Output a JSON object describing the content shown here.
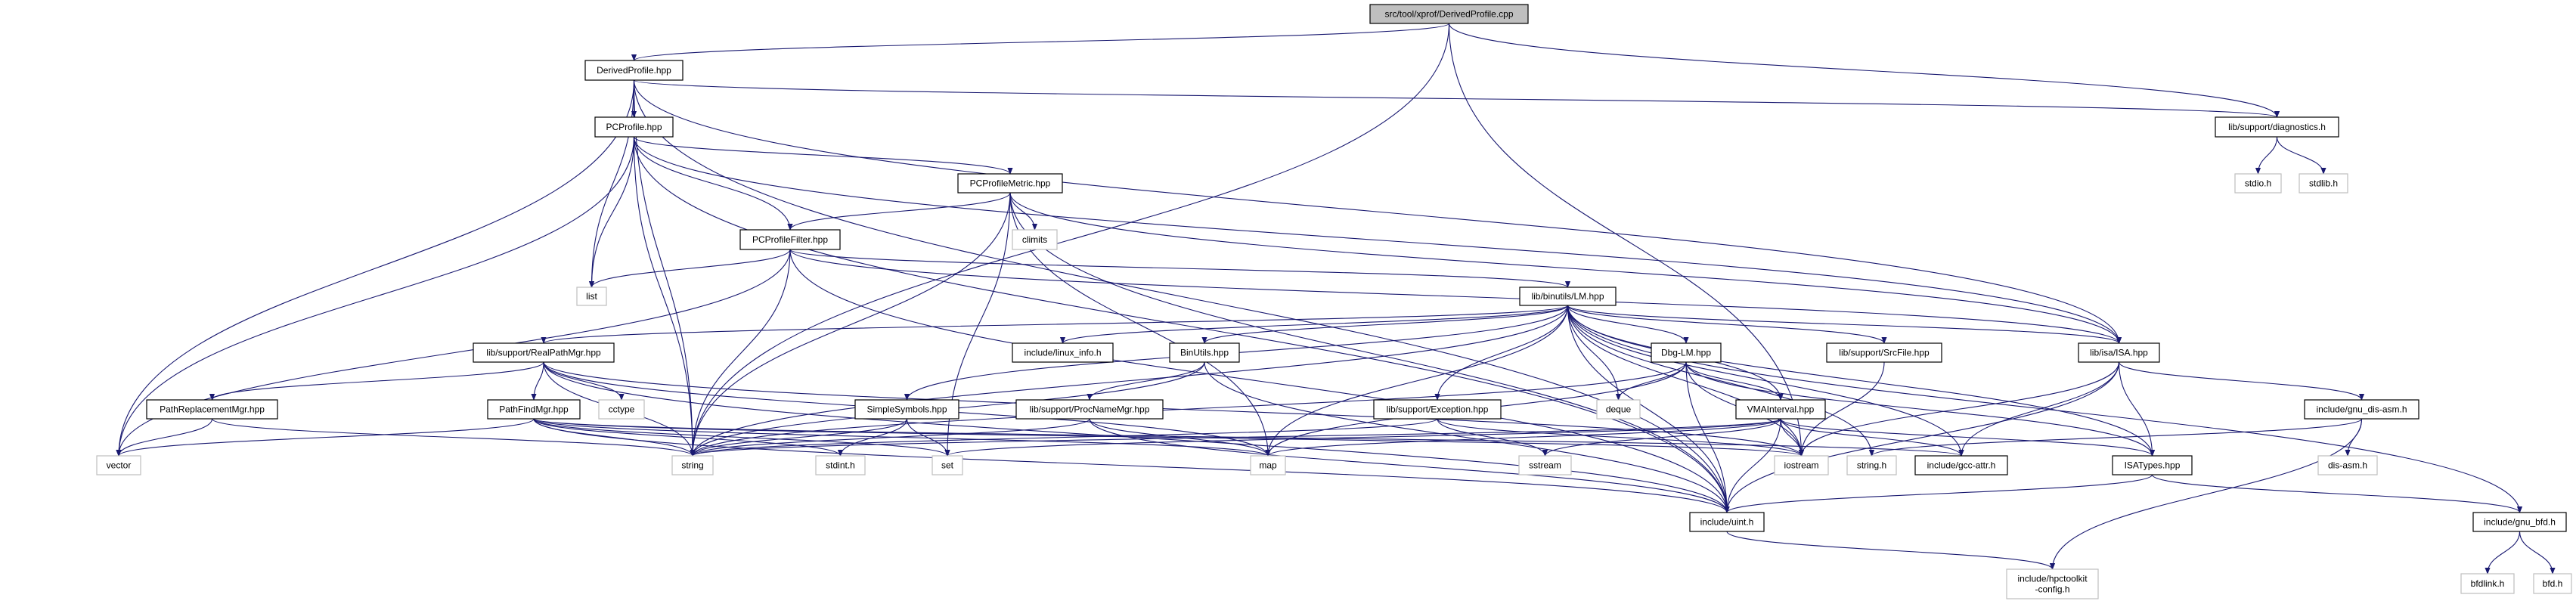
{
  "colors": {
    "edge": "#191970",
    "root_fill": "#bfbfbf",
    "documented_border": "#000000",
    "external_border": "#bfbfbf"
  },
  "nodes": [
    {
      "id": "cpp",
      "label": "src/tool/xprof/DerivedProfile.cpp",
      "kind": "root"
    },
    {
      "id": "dph",
      "label": "DerivedProfile.hpp",
      "kind": "documented"
    },
    {
      "id": "pcp",
      "label": "PCProfile.hpp",
      "kind": "documented"
    },
    {
      "id": "pcm",
      "label": "PCProfileMetric.hpp",
      "kind": "documented"
    },
    {
      "id": "pcf",
      "label": "PCProfileFilter.hpp",
      "kind": "documented"
    },
    {
      "id": "list",
      "label": "list",
      "kind": "external"
    },
    {
      "id": "climits",
      "label": "climits",
      "kind": "external"
    },
    {
      "id": "lm",
      "label": "lib/binutils/LM.hpp",
      "kind": "documented"
    },
    {
      "id": "diag",
      "label": "lib/support/diagnostics.h",
      "kind": "documented"
    },
    {
      "id": "stdio",
      "label": "stdio.h",
      "kind": "external"
    },
    {
      "id": "stdlib",
      "label": "stdlib.h",
      "kind": "external"
    },
    {
      "id": "rpm",
      "label": "lib/support/RealPathMgr.hpp",
      "kind": "documented"
    },
    {
      "id": "linux",
      "label": "include/linux_info.h",
      "kind": "documented"
    },
    {
      "id": "binutils",
      "label": "BinUtils.hpp",
      "kind": "documented"
    },
    {
      "id": "dbglm",
      "label": "Dbg-LM.hpp",
      "kind": "documented"
    },
    {
      "id": "srcfile",
      "label": "lib/support/SrcFile.hpp",
      "kind": "documented"
    },
    {
      "id": "isa",
      "label": "lib/isa/ISA.hpp",
      "kind": "documented"
    },
    {
      "id": "prm",
      "label": "PathReplacementMgr.hpp",
      "kind": "documented"
    },
    {
      "id": "pfm",
      "label": "PathFindMgr.hpp",
      "kind": "documented"
    },
    {
      "id": "cctype",
      "label": "cctype",
      "kind": "external"
    },
    {
      "id": "simple",
      "label": "SimpleSymbols.hpp",
      "kind": "documented"
    },
    {
      "id": "procname",
      "label": "lib/support/ProcNameMgr.hpp",
      "kind": "documented"
    },
    {
      "id": "exception",
      "label": "lib/support/Exception.hpp",
      "kind": "documented"
    },
    {
      "id": "deque",
      "label": "deque",
      "kind": "external"
    },
    {
      "id": "vma",
      "label": "VMAInterval.hpp",
      "kind": "documented"
    },
    {
      "id": "disasmh",
      "label": "include/gnu_dis-asm.h",
      "kind": "documented"
    },
    {
      "id": "vector",
      "label": "vector",
      "kind": "external"
    },
    {
      "id": "string",
      "label": "string",
      "kind": "external"
    },
    {
      "id": "stdint",
      "label": "stdint.h",
      "kind": "external"
    },
    {
      "id": "set",
      "label": "set",
      "kind": "external"
    },
    {
      "id": "map",
      "label": "map",
      "kind": "external"
    },
    {
      "id": "sstream",
      "label": "sstream",
      "kind": "external"
    },
    {
      "id": "iostream",
      "label": "iostream",
      "kind": "external"
    },
    {
      "id": "stringh",
      "label": "string.h",
      "kind": "external"
    },
    {
      "id": "gccattr",
      "label": "include/gcc-attr.h",
      "kind": "documented"
    },
    {
      "id": "isatypes",
      "label": "ISATypes.hpp",
      "kind": "documented"
    },
    {
      "id": "disasm",
      "label": "dis-asm.h",
      "kind": "external"
    },
    {
      "id": "uint",
      "label": "include/uint.h",
      "kind": "documented"
    },
    {
      "id": "gnubfd",
      "label": "include/gnu_bfd.h",
      "kind": "documented"
    },
    {
      "id": "hpcconf",
      "label": "include/hpctoolkit\n-config.h",
      "kind": "external"
    },
    {
      "id": "bfdlink",
      "label": "bfdlink.h",
      "kind": "external"
    },
    {
      "id": "bfd",
      "label": "bfd.h",
      "kind": "external"
    }
  ],
  "edges": [
    [
      "cpp",
      "dph"
    ],
    [
      "cpp",
      "string"
    ],
    [
      "cpp",
      "diag"
    ],
    [
      "cpp",
      "iostream"
    ],
    [
      "dph",
      "pcp"
    ],
    [
      "dph",
      "list"
    ],
    [
      "dph",
      "vector"
    ],
    [
      "dph",
      "string"
    ],
    [
      "dph",
      "diag"
    ],
    [
      "dph",
      "isa"
    ],
    [
      "dph",
      "uint"
    ],
    [
      "pcp",
      "list"
    ],
    [
      "pcp",
      "string"
    ],
    [
      "pcp",
      "vector"
    ],
    [
      "pcp",
      "pcf"
    ],
    [
      "pcp",
      "pcm"
    ],
    [
      "pcp",
      "isa"
    ],
    [
      "pcp",
      "uint"
    ],
    [
      "pcm",
      "pcf"
    ],
    [
      "pcm",
      "climits"
    ],
    [
      "pcm",
      "string"
    ],
    [
      "pcm",
      "set"
    ],
    [
      "pcm",
      "map"
    ],
    [
      "pcm",
      "isa"
    ],
    [
      "pcm",
      "uint"
    ],
    [
      "pcf",
      "list"
    ],
    [
      "pcf",
      "vector"
    ],
    [
      "pcf",
      "string"
    ],
    [
      "pcf",
      "lm"
    ],
    [
      "pcf",
      "isa"
    ],
    [
      "pcf",
      "uint"
    ],
    [
      "lm",
      "rpm"
    ],
    [
      "lm",
      "linux"
    ],
    [
      "lm",
      "binutils"
    ],
    [
      "lm",
      "simple"
    ],
    [
      "lm",
      "exception"
    ],
    [
      "lm",
      "deque"
    ],
    [
      "lm",
      "dbglm"
    ],
    [
      "lm",
      "vma"
    ],
    [
      "lm",
      "srcfile"
    ],
    [
      "lm",
      "isa"
    ],
    [
      "lm",
      "isatypes"
    ],
    [
      "lm",
      "gccattr"
    ],
    [
      "lm",
      "iostream"
    ],
    [
      "lm",
      "stringh"
    ],
    [
      "lm",
      "map"
    ],
    [
      "lm",
      "string"
    ],
    [
      "lm",
      "uint"
    ],
    [
      "lm",
      "gnubfd"
    ],
    [
      "rpm",
      "prm"
    ],
    [
      "rpm",
      "pfm"
    ],
    [
      "rpm",
      "cctype"
    ],
    [
      "rpm",
      "string"
    ],
    [
      "rpm",
      "map"
    ],
    [
      "rpm",
      "iostream"
    ],
    [
      "rpm",
      "uint"
    ],
    [
      "prm",
      "vector"
    ],
    [
      "prm",
      "string"
    ],
    [
      "pfm",
      "vector"
    ],
    [
      "pfm",
      "string"
    ],
    [
      "pfm",
      "stdint"
    ],
    [
      "pfm",
      "set"
    ],
    [
      "pfm",
      "map"
    ],
    [
      "pfm",
      "iostream"
    ],
    [
      "pfm",
      "uint"
    ],
    [
      "pfm",
      "gccattr"
    ],
    [
      "binutils",
      "procname"
    ],
    [
      "binutils",
      "string"
    ],
    [
      "binutils",
      "uint"
    ],
    [
      "simple",
      "string"
    ],
    [
      "simple",
      "stdint"
    ],
    [
      "simple",
      "set"
    ],
    [
      "procname",
      "string"
    ],
    [
      "procname",
      "map"
    ],
    [
      "procname",
      "uint"
    ],
    [
      "exception",
      "string"
    ],
    [
      "exception",
      "sstream"
    ],
    [
      "exception",
      "iostream"
    ],
    [
      "dbglm",
      "deque"
    ],
    [
      "dbglm",
      "string"
    ],
    [
      "dbglm",
      "map"
    ],
    [
      "dbglm",
      "iostream"
    ],
    [
      "dbglm",
      "uint"
    ],
    [
      "dbglm",
      "isatypes"
    ],
    [
      "dbglm",
      "vma"
    ],
    [
      "vma",
      "set"
    ],
    [
      "vma",
      "map"
    ],
    [
      "vma",
      "iostream"
    ],
    [
      "vma",
      "sstream"
    ],
    [
      "vma",
      "gccattr"
    ],
    [
      "vma",
      "isatypes"
    ],
    [
      "vma",
      "uint"
    ],
    [
      "vma",
      "string"
    ],
    [
      "srcfile",
      "iostream"
    ],
    [
      "isa",
      "iostream"
    ],
    [
      "isa",
      "gccattr"
    ],
    [
      "isa",
      "isatypes"
    ],
    [
      "isa",
      "disasmh"
    ],
    [
      "isa",
      "uint"
    ],
    [
      "disasmh",
      "disasm"
    ],
    [
      "disasmh",
      "hpcconf"
    ],
    [
      "disasmh",
      "stringh"
    ],
    [
      "isatypes",
      "uint"
    ],
    [
      "isatypes",
      "gnubfd"
    ],
    [
      "gnubfd",
      "bfdlink"
    ],
    [
      "gnubfd",
      "bfd"
    ],
    [
      "uint",
      "hpcconf"
    ],
    [
      "diag",
      "stdio"
    ],
    [
      "diag",
      "stdlib"
    ]
  ]
}
